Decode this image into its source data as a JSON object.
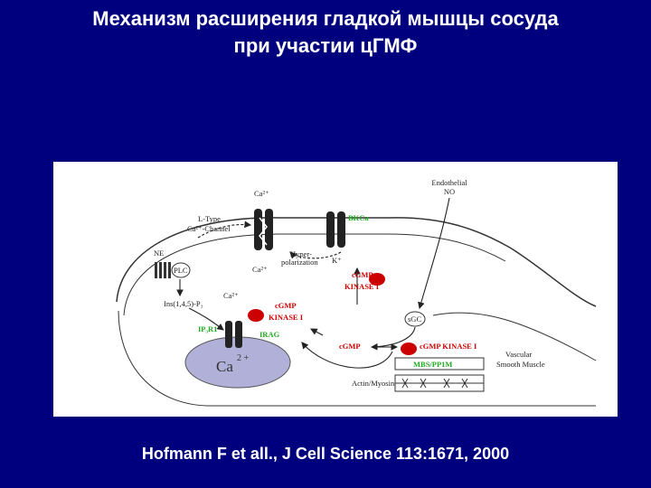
{
  "slide": {
    "title_line1": "Механизм расширения гладкой мышцы сосуда",
    "title_line2": "при участии цГМФ",
    "citation": "Hofmann F et all., J Cell Science 113:1671, 2000"
  },
  "diagram": {
    "labels": {
      "endothelial": "Endothelial",
      "no": "NO",
      "ca_top": "Ca²⁺",
      "ltype_1": "L-Type",
      "ltype_2": "Ca²⁺-Channel",
      "bk": "BKCa",
      "ne": "NE",
      "plc": "PLC",
      "hyper_1": "Hyper-",
      "hyper_2": "polarization",
      "k_ion": "K⁺",
      "ca_mid": "Ca²⁺",
      "cgmp_kinase_right_1": "cGMP",
      "cgmp_kinase_right_2": "KINASE I",
      "ip3": "Ins(1,4,5)-P₃",
      "ca_ip3": "Ca²⁺",
      "cgmp_kinase_mid_1": "cGMP",
      "cgmp_kinase_mid_2": "KINASE I",
      "ip3r1": "IP₃R1",
      "irag": "IRAG",
      "sgc": "sGC",
      "cgmp": "cGMP",
      "cgmp_kinase_bottom": "cGMP KINASE I",
      "ca_store": "Ca",
      "ca_store_charge": "2 +",
      "mbs": "MBS/PP1M",
      "vascular_1": "Vascular",
      "vascular_2": "Smooth Muscle",
      "actin": "Actin/Myosin"
    }
  }
}
